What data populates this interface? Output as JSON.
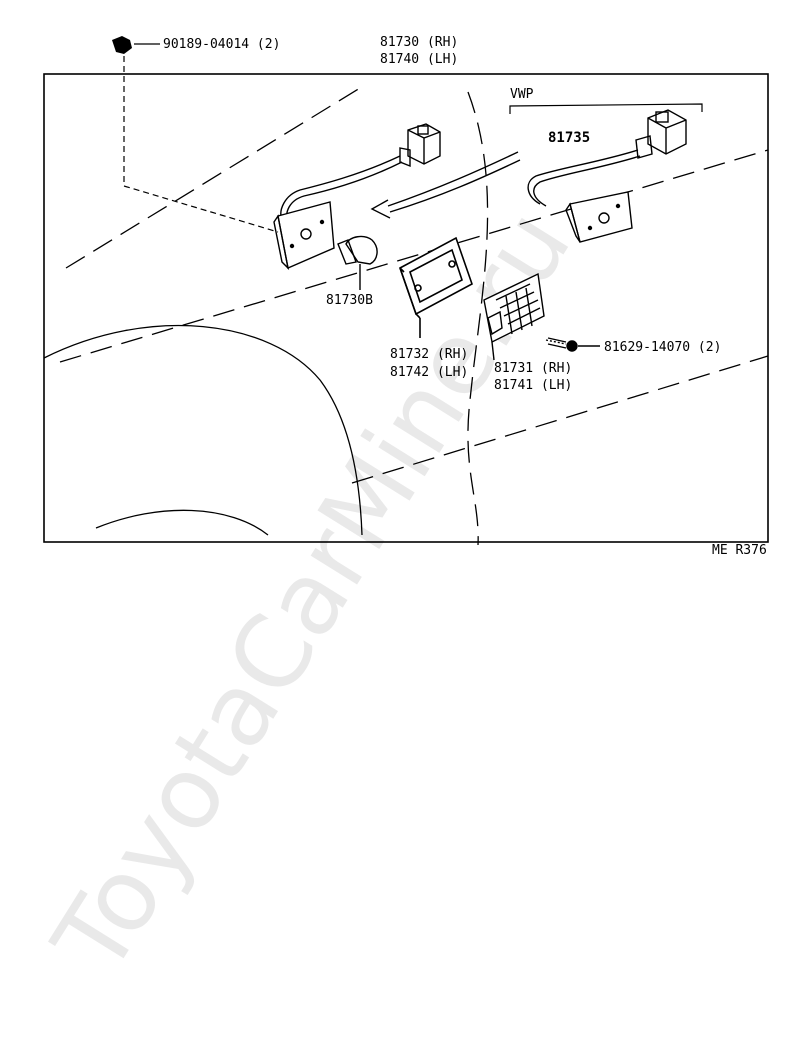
{
  "watermark": "ToyotaCarMine.ru",
  "diagram_code": "ME R376",
  "variant_label": "VWP",
  "parts": {
    "clip": "90189-04014 (2)",
    "lamp_assy_rh": "81730 (RH)",
    "lamp_assy_lh": "81740 (LH)",
    "socket_vwp": "81735",
    "bulb": "81730B",
    "gasket_rh": "81732 (RH)",
    "gasket_lh": "81742 (LH)",
    "lens_rh": "81731 (RH)",
    "lens_lh": "81741 (LH)",
    "screw": "81629-14070 (2)"
  },
  "colors": {
    "line": "#000000",
    "watermark": "#d8d8d8",
    "background": "#ffffff"
  }
}
